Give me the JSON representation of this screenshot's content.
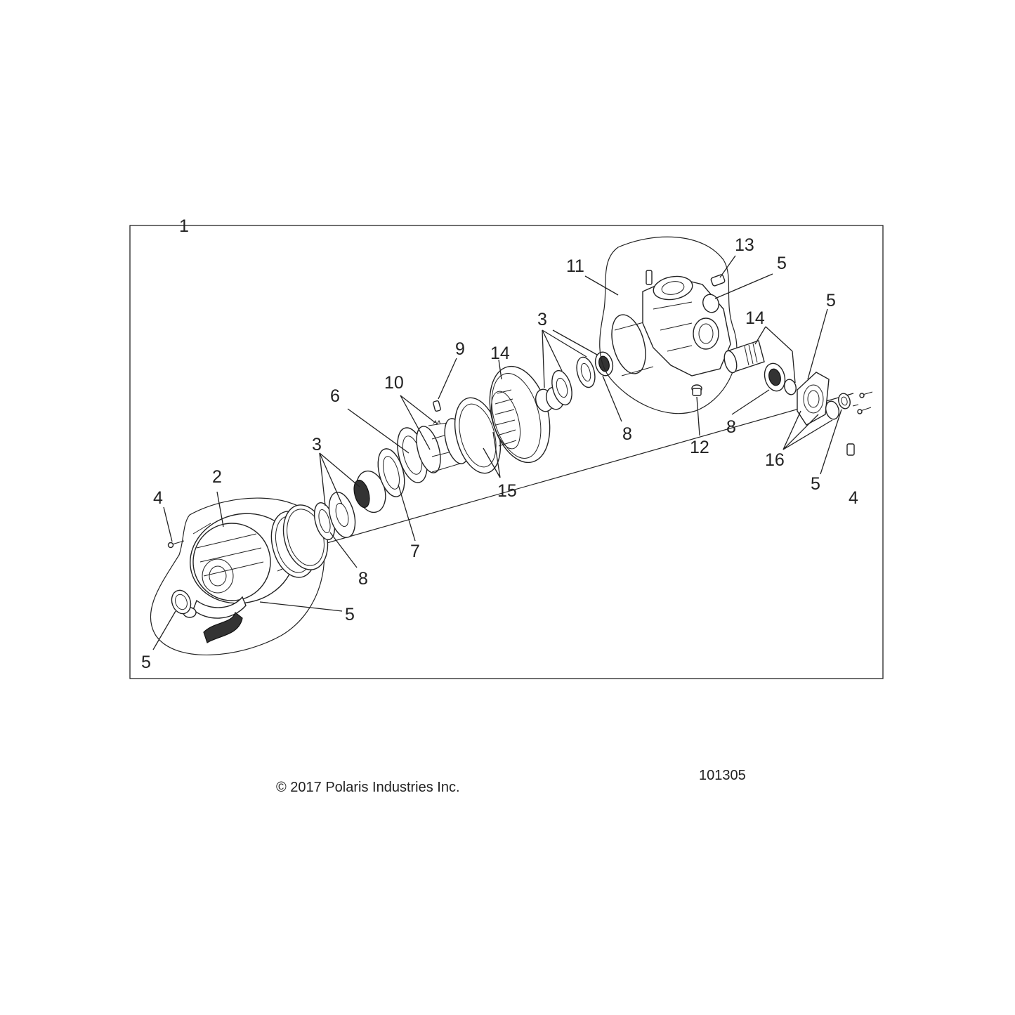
{
  "diagram": {
    "callouts": {
      "c1": "1",
      "c2": "2",
      "c3a": "3",
      "c3b": "3",
      "c4a": "4",
      "c4b": "4",
      "c5a": "5",
      "c5b": "5",
      "c5c": "5",
      "c5d": "5",
      "c5e": "5",
      "c6": "6",
      "c7": "7",
      "c8a": "8",
      "c8b": "8",
      "c8c": "8",
      "c9": "9",
      "c10": "10",
      "c11": "11",
      "c12": "12",
      "c13": "13",
      "c14a": "14",
      "c14b": "14",
      "c15": "15",
      "c16": "16"
    }
  },
  "footer": {
    "copyright": "© 2017 Polaris Industries Inc.",
    "drawing_id": "101305"
  }
}
